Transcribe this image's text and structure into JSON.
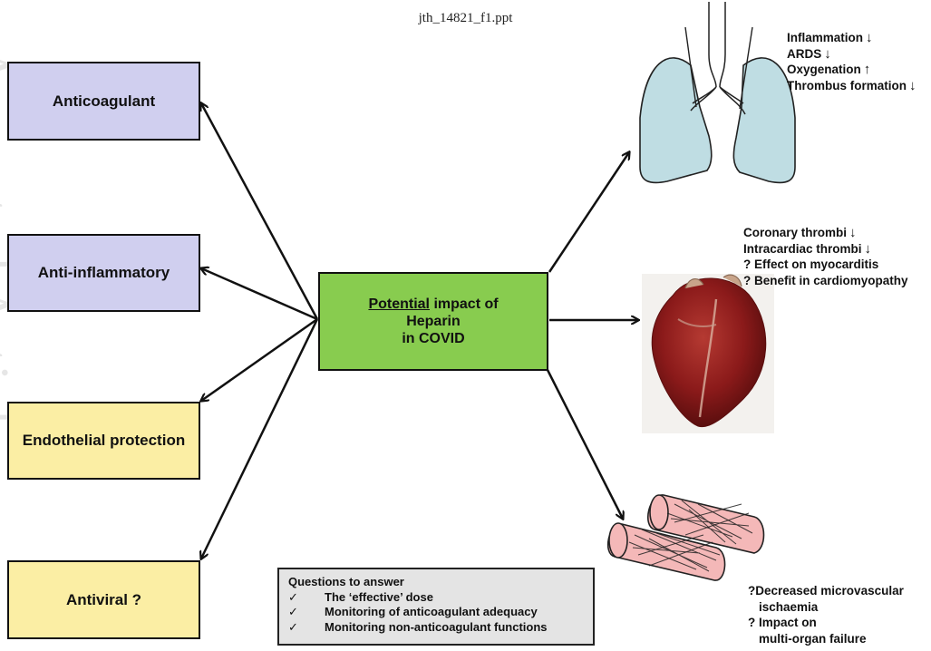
{
  "filename": "jth_14821_f1.ppt",
  "watermark": "Accepted Article",
  "center": {
    "line1_underlined": "Potential",
    "line1_rest": " impact of",
    "line2": "Heparin",
    "line3": "in COVID"
  },
  "left_boxes": [
    {
      "label": "Anticoagulant",
      "color": "#d0cfef"
    },
    {
      "label": "Anti-inflammatory",
      "color": "#d0cfef"
    },
    {
      "label": "Endothelial protection",
      "color": "#fbeea4"
    },
    {
      "label": "Antiviral ?",
      "color": "#fbeea4"
    }
  ],
  "lung_effects": [
    {
      "text": "Inflammation",
      "arrow": "↓"
    },
    {
      "text": "ARDS",
      "arrow": "↓"
    },
    {
      "text": "Oxygenation",
      "arrow": "↑"
    },
    {
      "text": "Thrombus formation",
      "arrow": "↓"
    }
  ],
  "heart_effects": [
    {
      "text": "Coronary thrombi",
      "arrow": "↓"
    },
    {
      "text": "Intracardiac thrombi",
      "arrow": "↓"
    },
    {
      "text": "? Effect on myocarditis",
      "arrow": ""
    },
    {
      "text": "? Benefit in cardiomyopathy",
      "arrow": ""
    }
  ],
  "vessel_effects": [
    "?Decreased microvascular",
    "ischaemia",
    "? Impact on",
    "multi-organ failure"
  ],
  "questions": {
    "title": "Questions to answer",
    "check_glyph": "✓",
    "items": [
      "The ‘effective’ dose",
      "Monitoring of anticoagulant adequacy",
      "Monitoring non-anticoagulant functions"
    ]
  },
  "colors": {
    "center_green": "#88cc4f",
    "lung_fill": "#bfdde3",
    "vessel_fill": "#f4b8b8",
    "heart_red": "#8b1a1a"
  }
}
